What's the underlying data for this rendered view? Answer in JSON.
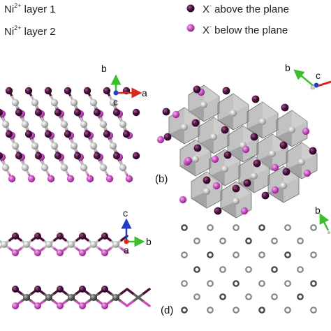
{
  "legend": {
    "layer1_base": "Ni",
    "layer1_sup": "2+",
    "layer1_rest": " layer 1",
    "layer2_base": "Ni",
    "layer2_sup": "2+",
    "layer2_rest": " layer 2",
    "above_base": "X",
    "above_sup": "-",
    "above_rest": " above the plane",
    "below_base": "X",
    "below_sup": "-",
    "below_rest": " below the plane"
  },
  "axes": {
    "panel_a": {
      "first": "b",
      "second": "c",
      "third": "a"
    },
    "panel_b": {
      "first": "b",
      "second": "c"
    },
    "panel_c": {
      "first": "c",
      "second": "a",
      "third": "b"
    },
    "panel_d": {
      "first": "b"
    }
  },
  "panel_labels": {
    "b": "(b)",
    "d": "(d)"
  },
  "colors": {
    "x_above": "#4a0f3d",
    "x_below": "#c94fc1",
    "ni_layer1": "#b9b9b9",
    "ni_layer2": "#5e5e5e",
    "octahedron": "#8f8f8f",
    "axis_red": "#d8281e",
    "axis_green": "#3bbf2c",
    "axis_blue": "#1f3fc7"
  }
}
